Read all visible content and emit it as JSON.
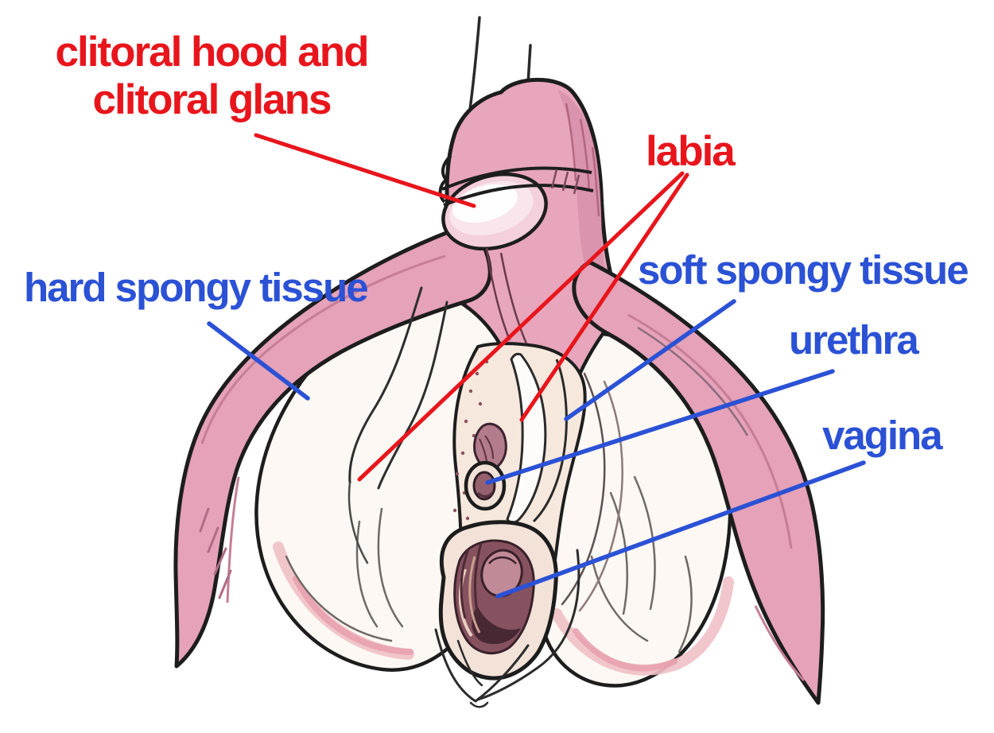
{
  "diagram": {
    "background_color": "#ffffff",
    "accent_colors": {
      "label_red": "#e8151c",
      "label_blue": "#2b51d5",
      "tissue_pink": "#e7a6bb",
      "bulb_cream": "#fdf8f3",
      "outline_black": "#1d1d1d"
    },
    "labels": {
      "hood": {
        "line1": "clitoral hood and",
        "line2": "clitoral glans",
        "color": "red"
      },
      "labia": {
        "text": "labia",
        "color": "red"
      },
      "hard_spongy": {
        "text": "hard spongy tissue",
        "color": "blue"
      },
      "soft_spongy": {
        "text": "soft spongy tissue",
        "color": "blue"
      },
      "urethra": {
        "text": "urethra",
        "color": "blue"
      },
      "vagina": {
        "text": "vagina",
        "color": "blue"
      }
    },
    "illustration": {
      "style": "hand-drawn anatomical illustration of internal clitoral anatomy, front view"
    }
  }
}
